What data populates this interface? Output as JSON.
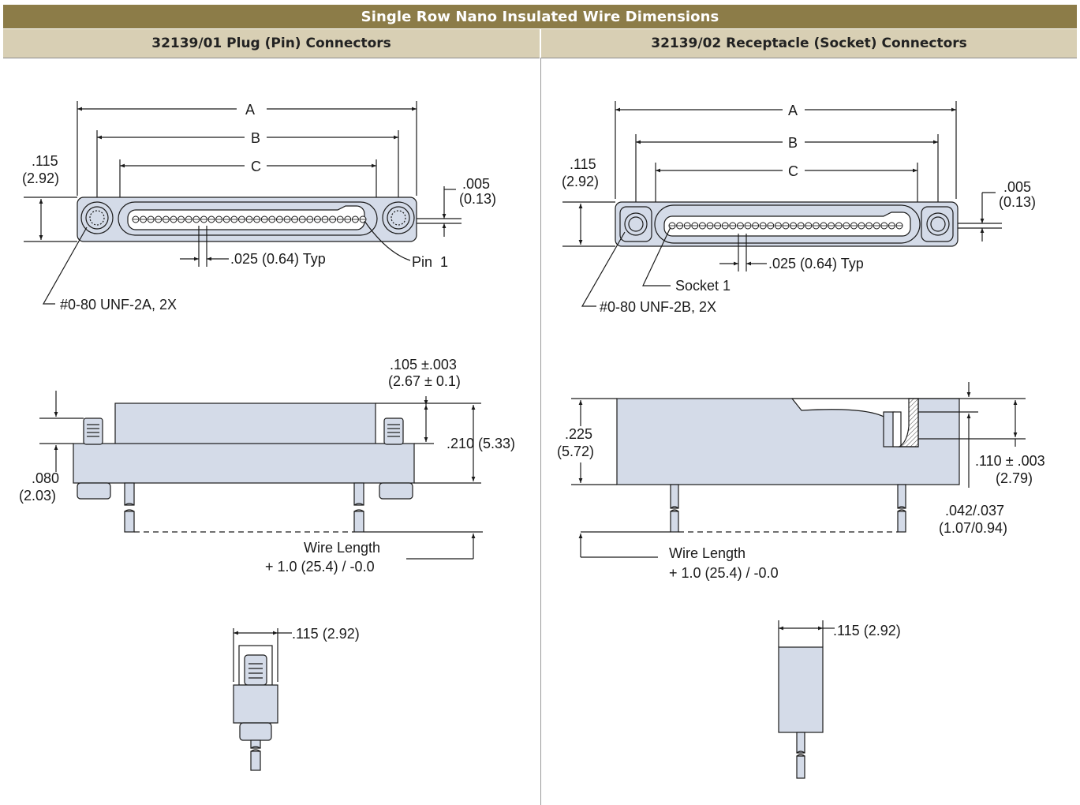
{
  "header": {
    "title": "Single Row Nano Insulated Wire Dimensions"
  },
  "columns": [
    {
      "heading": "32139/01 Plug (Pin) Connectors"
    },
    {
      "heading": "32139/02 Receptacle (Socket) Connectors"
    }
  ],
  "plug": {
    "dim_a": "A",
    "dim_b": "B",
    "dim_c": "C",
    "flange_in": ".115",
    "flange_mm": "(2.92)",
    "gap_in": ".005",
    "gap_mm": "(0.13)",
    "pitch": ".025 (0.64) Typ",
    "pin_label": "Pin  1",
    "thread": "#0-80 UNF-2A, 2X",
    "body_in": ".105 ±.003",
    "body_mm": "(2.67 ± 0.1)",
    "height": ".210 (5.33)",
    "post_in": ".080",
    "post_mm": "(2.03)",
    "wire_label": "Wire Length",
    "wire_tol": "+ 1.0 (25.4) / -0.0",
    "end_width": ".115 (2.92)"
  },
  "receptacle": {
    "dim_a": "A",
    "dim_b": "B",
    "dim_c": "C",
    "flange_in": ".115",
    "flange_mm": "(2.92)",
    "gap_in": ".005",
    "gap_mm": "(0.13)",
    "pitch": ".025 (0.64) Typ",
    "socket_label": "Socket 1",
    "thread": "#0-80 UNF-2B, 2X",
    "height_in": ".225",
    "height_mm": "(5.72)",
    "depth_in": ".110 ± .003",
    "depth_mm": "(2.79)",
    "thread_in": ".042/.037",
    "thread_mm": "(1.07/0.94)",
    "wire_label": "Wire Length",
    "wire_tol": "+ 1.0 (25.4) / -0.0",
    "end_width": ".115 (2.92)"
  }
}
